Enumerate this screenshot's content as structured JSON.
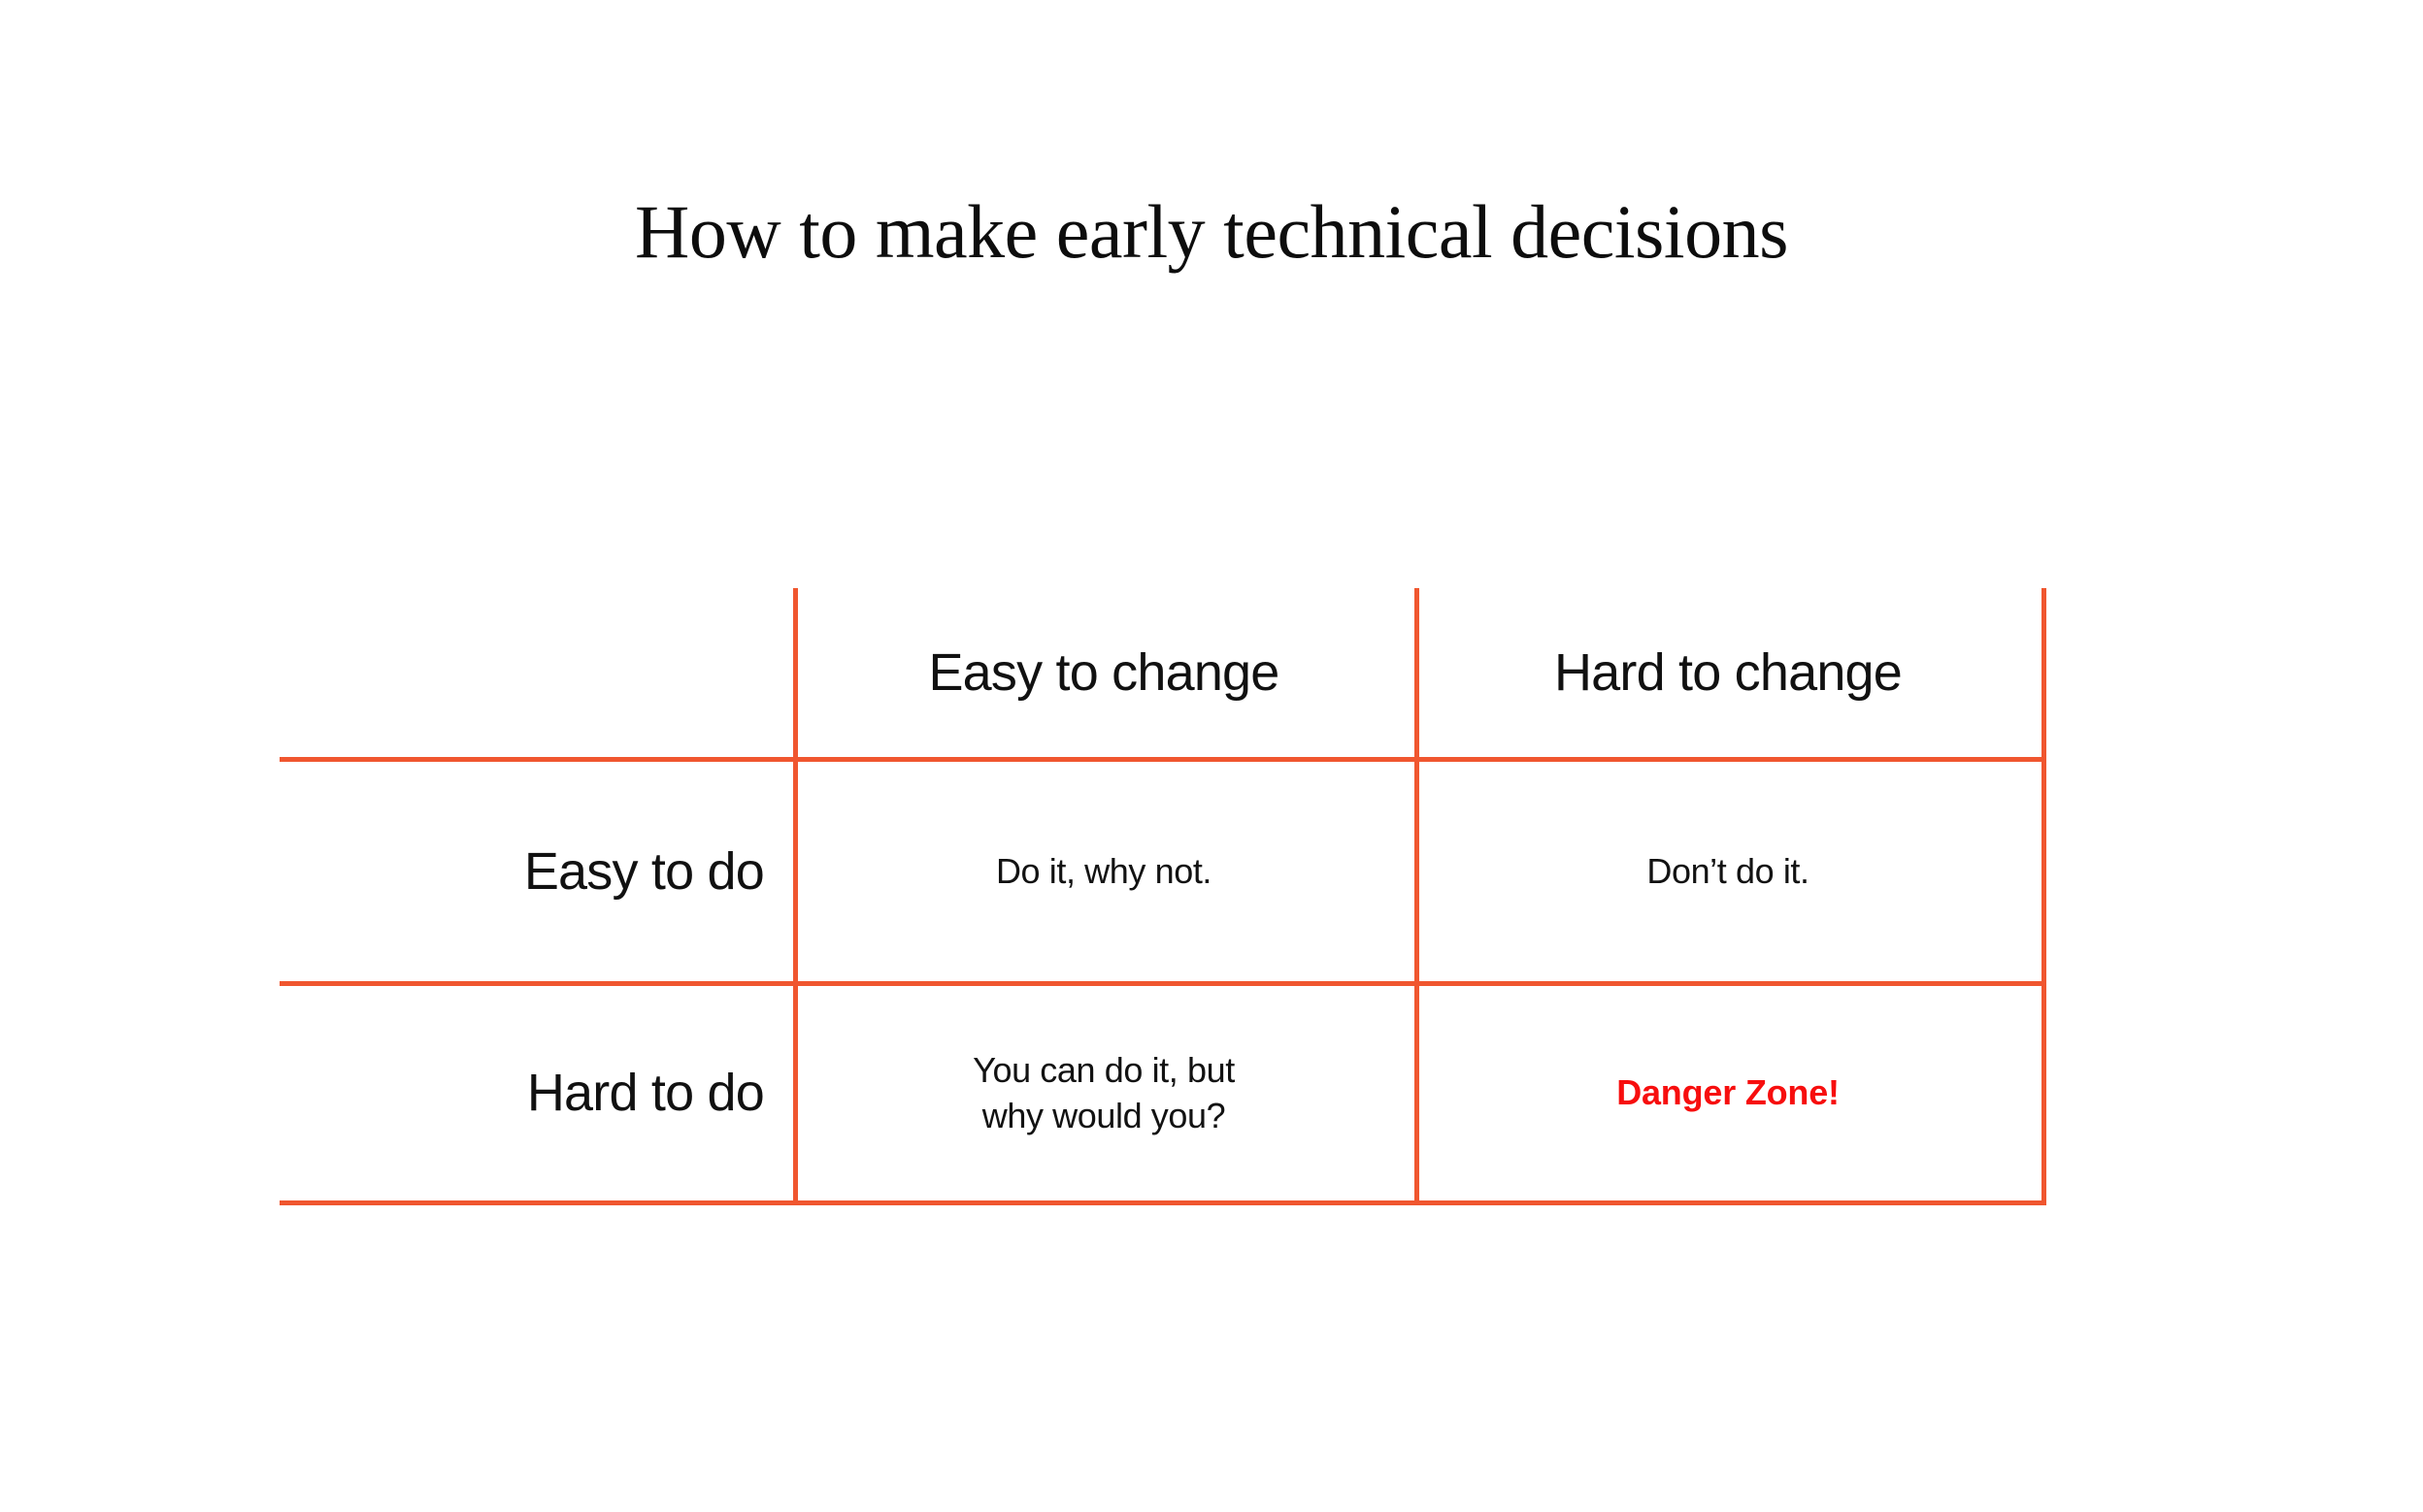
{
  "slide": {
    "title": "How to make early technical decisions",
    "background_color": "#ffffff",
    "title_color": "#0d0d0d"
  },
  "matrix": {
    "grid_color": "#f0562f",
    "corner_label": "",
    "column_headers": [
      "Easy to change",
      "Hard to change"
    ],
    "row_headers": [
      "Easy to do",
      "Hard to do"
    ],
    "cells": {
      "easy_do_easy_change": "Do it, why not.",
      "easy_do_hard_change": "Don’t do it.",
      "hard_do_easy_change_line1": "You can do it, but",
      "hard_do_easy_change_line2": "why would you?",
      "hard_do_hard_change": "Danger Zone!"
    },
    "danger_color": "#f70e0e"
  }
}
